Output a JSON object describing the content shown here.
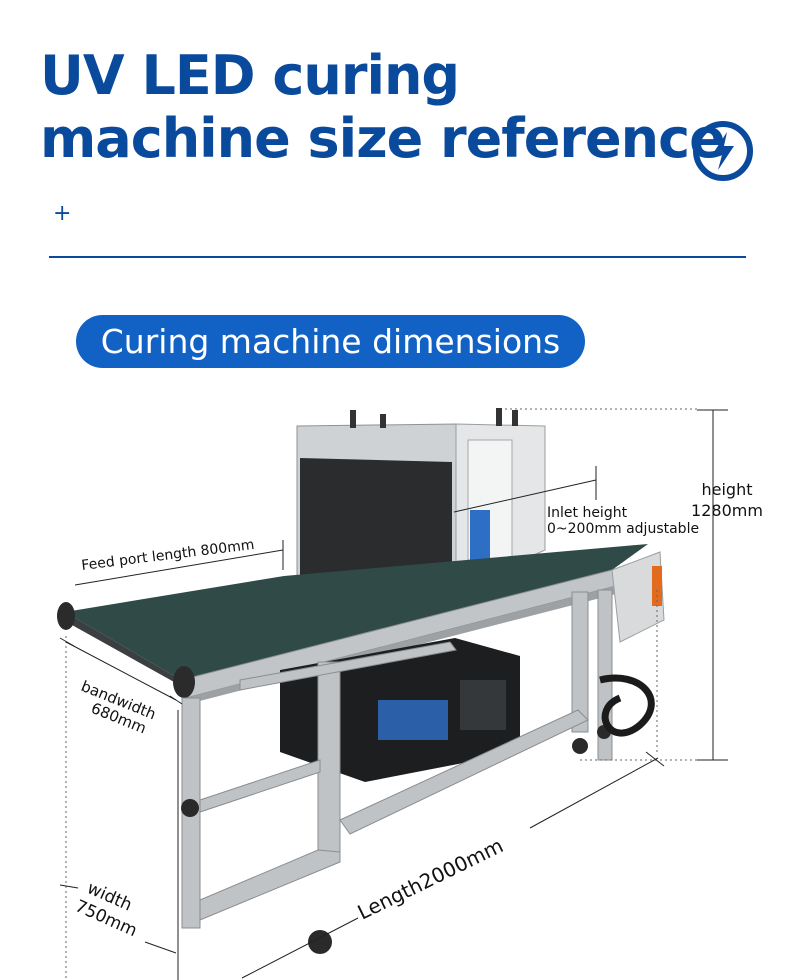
{
  "title_line1": "UV LED curing",
  "title_line2": "machine size reference",
  "plus": "+",
  "section_title": "Curing machine dimensions",
  "labels": {
    "feed_port": "Feed port length 800mm",
    "inlet_line1": "Inlet height",
    "inlet_line2": "0~200mm adjustable",
    "height_line1": "height",
    "height_line2": "1280mm",
    "bandwidth_line1": "bandwidth",
    "bandwidth_line2": "680mm",
    "width_line1": "width",
    "width_line2": "750mm",
    "length": "Length2000mm"
  },
  "colors": {
    "brand_blue": "#0a4a9c",
    "pill_blue": "#1262c6"
  },
  "icons": {
    "badge": "lightning-bolt-icon"
  }
}
